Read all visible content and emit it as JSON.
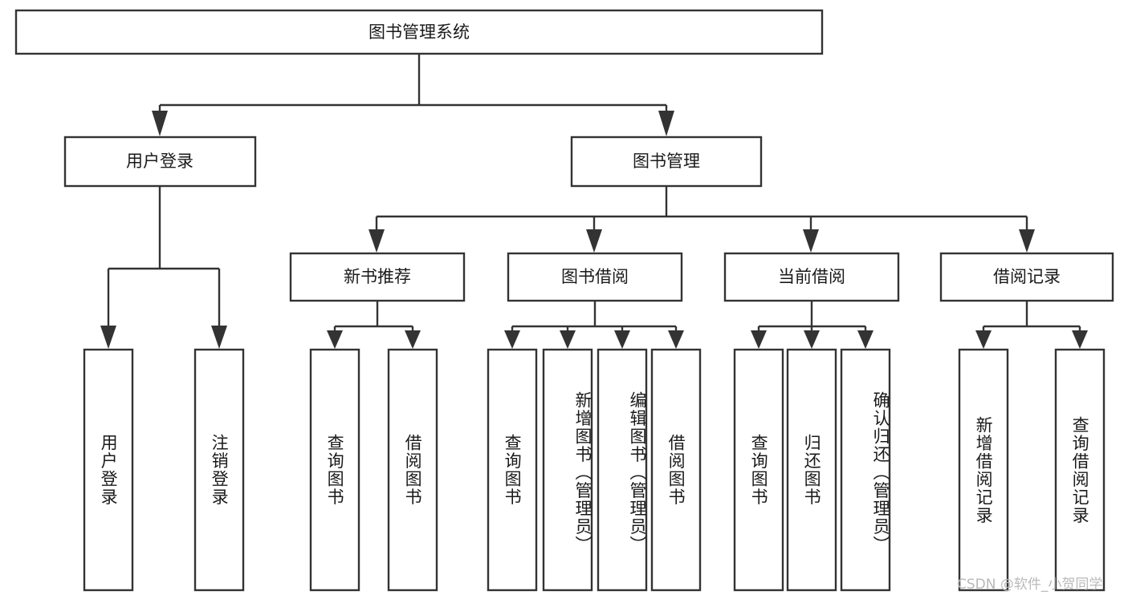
{
  "diagram": {
    "type": "hierarchy-tree",
    "title": "图书管理系统",
    "root": {
      "id": "root",
      "label": "图书管理系统",
      "level": 0
    },
    "levels": [
      {
        "level": 1,
        "nodes": [
          {
            "id": "user-login",
            "label": "用户登录"
          },
          {
            "id": "book-manage",
            "label": "图书管理"
          }
        ]
      },
      {
        "level": 2,
        "nodes": [
          {
            "id": "new-book-rec",
            "label": "新书推荐",
            "parent": "book-manage"
          },
          {
            "id": "book-borrow",
            "label": "图书借阅",
            "parent": "book-manage"
          },
          {
            "id": "current-borrow",
            "label": "当前借阅",
            "parent": "book-manage"
          },
          {
            "id": "borrow-record",
            "label": "借阅记录",
            "parent": "book-manage"
          }
        ]
      }
    ],
    "leaves": {
      "user-login": [
        {
          "id": "leaf-user-login",
          "label": "用户登录"
        },
        {
          "id": "leaf-logout",
          "label": "注销登录"
        }
      ],
      "new-book-rec": [
        {
          "id": "leaf-query-book-1",
          "label": "查询图书"
        },
        {
          "id": "leaf-borrow-book-1",
          "label": "借阅图书"
        }
      ],
      "book-borrow": [
        {
          "id": "leaf-query-book-2",
          "label": "查询图书"
        },
        {
          "id": "leaf-add-book",
          "label": "新增图书（管理员）"
        },
        {
          "id": "leaf-edit-book",
          "label": "编辑图书（管理员）"
        },
        {
          "id": "leaf-borrow-book-2",
          "label": "借阅图书"
        }
      ],
      "current-borrow": [
        {
          "id": "leaf-query-book-3",
          "label": "查询图书"
        },
        {
          "id": "leaf-return-book",
          "label": "归还图书"
        },
        {
          "id": "leaf-confirm-return",
          "label": "确认归还（管理员）"
        }
      ],
      "borrow-record": [
        {
          "id": "leaf-add-record",
          "label": "新增借阅记录"
        },
        {
          "id": "leaf-query-record",
          "label": "查询借阅记录"
        }
      ]
    },
    "colors": {
      "stroke": "#333333",
      "box_fill": "#ffffff",
      "text": "#1a1a1a",
      "background": "#ffffff",
      "watermark": "#b9b9b9"
    }
  },
  "watermark": {
    "text": "CSDN @软件_小贺同学"
  }
}
